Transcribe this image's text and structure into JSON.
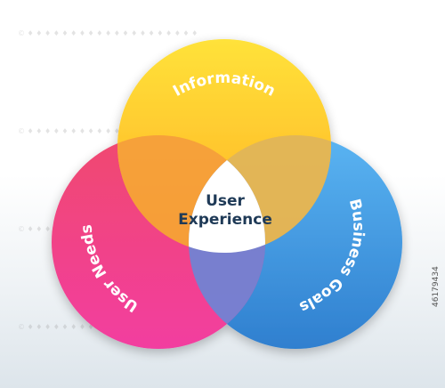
{
  "diagram": {
    "center_label_line1": "User",
    "center_label_line2": "Experience",
    "circles": [
      {
        "label": "Information",
        "color_top": "#ffe23a",
        "color_bottom": "#ffae22"
      },
      {
        "label": "User Needs",
        "color_top": "#f0486f",
        "color_bottom": "#f23ea0"
      },
      {
        "label": "Business Goals",
        "color_top": "#5ab4f2",
        "color_bottom": "#2f7fcf"
      }
    ]
  },
  "watermark": {
    "stock_id": "46179434"
  }
}
